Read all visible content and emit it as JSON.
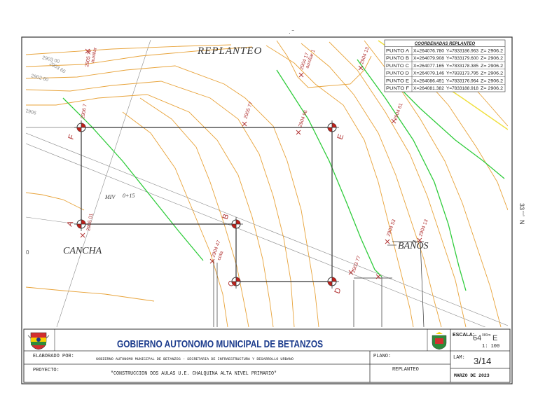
{
  "drawing": {
    "top_stray": "· ‾",
    "title": "REPLANTEO",
    "mv_label": "MIV",
    "mv_station": "0+15",
    "area_left": "CANCHA",
    "area_right": "BAÑOS",
    "north_label": "33",
    "north_sup": "⁸¹⁶⁰",
    "north_letter": "N",
    "points": [
      {
        "id": "A",
        "label": "A"
      },
      {
        "id": "B",
        "label": "B"
      },
      {
        "id": "C",
        "label": "C"
      },
      {
        "id": "D",
        "label": "D"
      },
      {
        "id": "E",
        "label": "E"
      },
      {
        "id": "F",
        "label": "F"
      }
    ],
    "contour_labels": [
      "2903 00",
      "2903 60",
      "2902 60",
      "2906",
      "2904 17",
      "2904 13",
      "2905 77",
      "2904 96",
      "2905 76",
      "2904 53",
      "2904 61",
      "2904 13",
      "2903 77",
      "2906 7",
      "2904 47",
      "2905 01"
    ],
    "aux_labels": [
      "auxiliar",
      "auxiliar 1",
      "cota"
    ]
  },
  "coord_table": {
    "title": "COORDENADAS REPLANTEO",
    "rows": [
      {
        "name": "PUNTO A",
        "x": "X=264076.780",
        "y": "Y=7833186.963",
        "z": "Z= 2906.2"
      },
      {
        "name": "PUNTO B",
        "x": "X=264079.908",
        "y": "Y=7833179.600",
        "z": "Z= 2906.2"
      },
      {
        "name": "PUNTO C",
        "x": "X=264077.165",
        "y": "Y=7833178.385",
        "z": "Z= 2906.2"
      },
      {
        "name": "PUNTO D",
        "x": "X=264079.146",
        "y": "Y=7833173.795",
        "z": "Z= 2906.2"
      },
      {
        "name": "PUNTO E",
        "x": "X=264086.491",
        "y": "Y=7833176.964",
        "z": "Z= 2906.2"
      },
      {
        "name": "PUNTO F",
        "x": "X=264081.382",
        "y": "Y=7833188.918",
        "z": "Z= 2906.2"
      }
    ]
  },
  "title_block": {
    "org_name": "GOBIERNO AUTONOMO MUNICIPAL DE BETANZOS",
    "elaborado_label": "ELABORADO POR:",
    "elaborado_value": "GOBIERNO AUTONOMO MUNICIPAL DE BETANZOS - SECRETARIA DE INFRAESTRUCTURA Y DESARROLLO URBANO",
    "proyecto_label": "PROYECTO:",
    "proyecto_value": "\"CONSTRUCCION DOS AULAS U.E. CHALQUINA ALTA NIVEL PRIMARIO\"",
    "plano_label": "PLANO:",
    "plano_value": "REPLANTEO",
    "escala_label": "ESCALA:",
    "escala_overlay": "64",
    "escala_sup": "080m",
    "escala_letter": "E",
    "escala_value": "1: 100",
    "lam_label": "LAM:",
    "lam_value": "3/14",
    "date": "MARZO DE 2023"
  },
  "colors": {
    "contour": "#e8a33a",
    "green": "#2fcc3b",
    "yellow": "#f0e040",
    "survey": "#b03030",
    "outline": "#333333",
    "title_blue": "#1a3a8c"
  }
}
